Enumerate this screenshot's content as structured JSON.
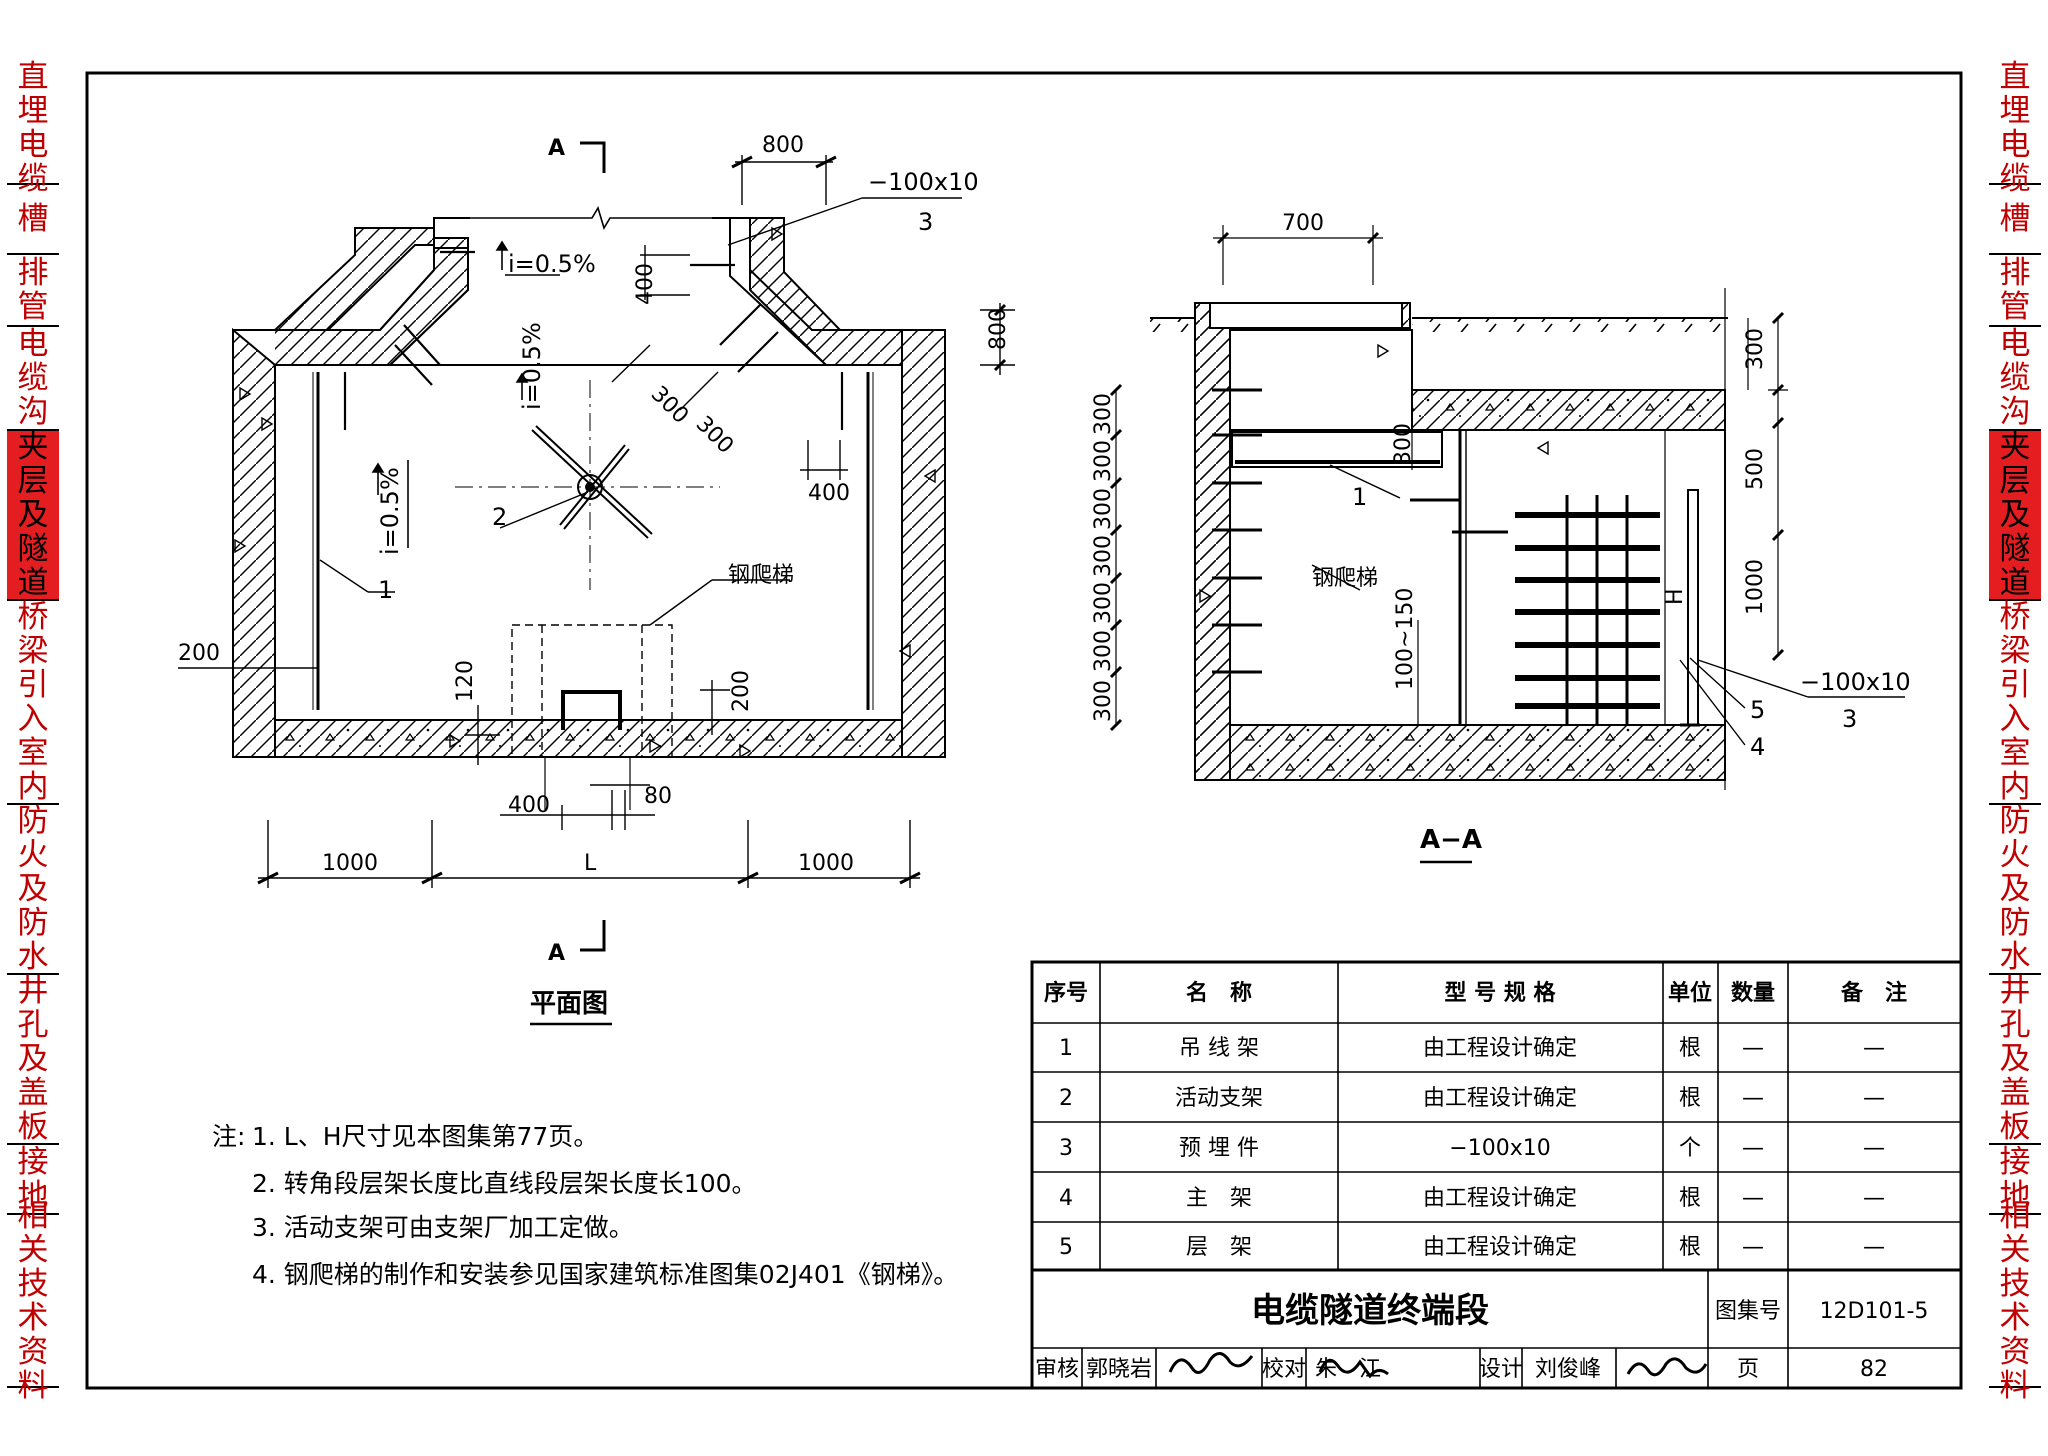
{
  "side_tabs": [
    {
      "label": "直埋电缆",
      "chars": [
        "直",
        "埋",
        "电",
        "缆"
      ],
      "active": false
    },
    {
      "label": "电缆槽",
      "chars": [
        "槽"
      ],
      "active": false
    },
    {
      "label": "排管",
      "chars": [
        "排",
        "管"
      ],
      "active": false
    },
    {
      "label": "电缆沟",
      "chars": [
        "电",
        "缆",
        "沟"
      ],
      "active": false
    },
    {
      "label": "夹层及隧道",
      "chars": [
        "夹",
        "层",
        "及",
        "隧",
        "道"
      ],
      "active": true
    },
    {
      "label": "桥梁引入室内",
      "chars": [
        "桥",
        "梁",
        "引",
        "入",
        "室",
        "内"
      ],
      "active": false
    },
    {
      "label": "防火及防水",
      "chars": [
        "防",
        "火",
        "及",
        "防",
        "水"
      ],
      "active": false
    },
    {
      "label": "井孔及盖板",
      "chars": [
        "井",
        "孔",
        "及",
        "盖",
        "板"
      ],
      "active": false
    },
    {
      "label": "接地",
      "chars": [
        "接",
        "地"
      ],
      "active": false
    },
    {
      "label": "相关技术资料",
      "chars": [
        "相",
        "关",
        "技",
        "术",
        "资",
        "料"
      ],
      "active": false
    }
  ],
  "plan": {
    "title": "平面图",
    "section_mark": "A",
    "dims": {
      "d800_top": "800",
      "d800_right": "800",
      "d400_a": "400",
      "d400_b": "400",
      "d400_c": "400",
      "d300_a": "300",
      "d300_b": "300",
      "d200_left": "200",
      "d200_bot": "200",
      "d120": "120",
      "d80": "80",
      "d1000_left": "1000",
      "d1000_right": "1000",
      "dL": "L"
    },
    "slopes": {
      "top": "i=0.5%",
      "center": "i=0.5%",
      "left": "i=0.5%"
    },
    "labels": {
      "embed": "−100x10",
      "embed_num": "3",
      "c1": "1",
      "c2": "2",
      "ladder": "钢爬梯"
    }
  },
  "section": {
    "title": "A−A",
    "dims": {
      "d700": "700",
      "r300": "300",
      "r500": "500",
      "r1000": "1000",
      "rH": "H",
      "in300": "300",
      "in100_150": "100~150",
      "left_stack": [
        "300",
        "300",
        "300",
        "300",
        "300",
        "300",
        "300"
      ]
    },
    "labels": {
      "c1": "1",
      "c5": "5",
      "c4": "4",
      "embed": "−100x10",
      "embed_num": "3",
      "ladder": "钢爬梯"
    }
  },
  "notes": {
    "lead": "注:",
    "items": [
      "1. L、H尺寸见本图集第77页。",
      "2. 转角段层架长度比直线段层架长度长100。",
      "3. 活动支架可由支架厂加工定做。",
      "4. 钢爬梯的制作和安装参见国家建筑标准图集02J401《钢梯》。"
    ]
  },
  "materials": {
    "headers": [
      "序号",
      "名　称",
      "型 号 规 格",
      "单位",
      "数量",
      "备　注"
    ],
    "rows": [
      [
        "1",
        "吊 线 架",
        "由工程设计确定",
        "根",
        "—",
        "—"
      ],
      [
        "2",
        "活动支架",
        "由工程设计确定",
        "根",
        "—",
        "—"
      ],
      [
        "3",
        "预 埋 件",
        "−100x10",
        "个",
        "—",
        "—"
      ],
      [
        "4",
        "主　架",
        "由工程设计确定",
        "根",
        "—",
        "—"
      ],
      [
        "5",
        "层　架",
        "由工程设计确定",
        "根",
        "—",
        "—"
      ]
    ]
  },
  "title_block": {
    "drawing_title": "电缆隧道终端段",
    "atlas_label": "图集号",
    "atlas_no": "12D101-5",
    "page_label": "页",
    "page_no": "82",
    "review_label": "审核",
    "reviewer": "郭晓岩",
    "check_label": "校对",
    "checker": "朱　江",
    "design_label": "设计",
    "designer": "刘俊峰"
  }
}
